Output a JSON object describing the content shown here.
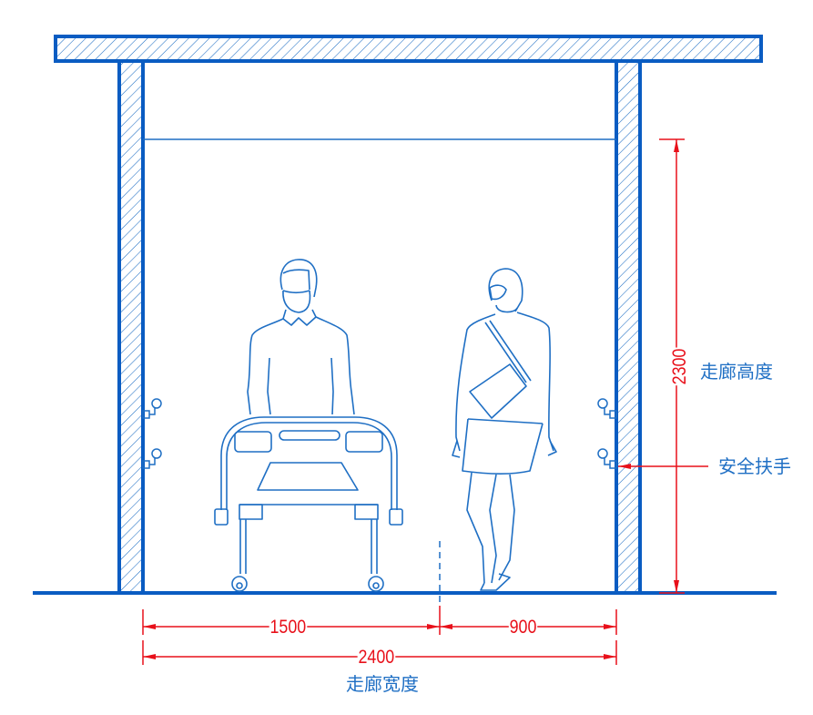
{
  "colors": {
    "structure": "#0a5cc2",
    "figure_line": "#1f6fc4",
    "dimension": "#e8101a",
    "background": "#ffffff"
  },
  "labels": {
    "corridor_height": "走廊高度",
    "handrail": "安全扶手",
    "corridor_width": "走廊宽度"
  },
  "dimensions": {
    "height": "2300",
    "bed_lane": "1500",
    "walk_lane": "900",
    "total_width": "2400"
  },
  "elements": {
    "ceiling_slab": "hatched concrete slab",
    "left_wall": "hatched wall",
    "right_wall": "hatched wall",
    "floor_line": "floor",
    "ceiling_line": "suspended ceiling line",
    "handrails": [
      "left-upper",
      "left-lower",
      "right-upper",
      "right-lower"
    ],
    "figures": [
      "man pushing hospital bed",
      "woman walking with shoulder bag"
    ],
    "lane_divider": "dashed center line"
  }
}
